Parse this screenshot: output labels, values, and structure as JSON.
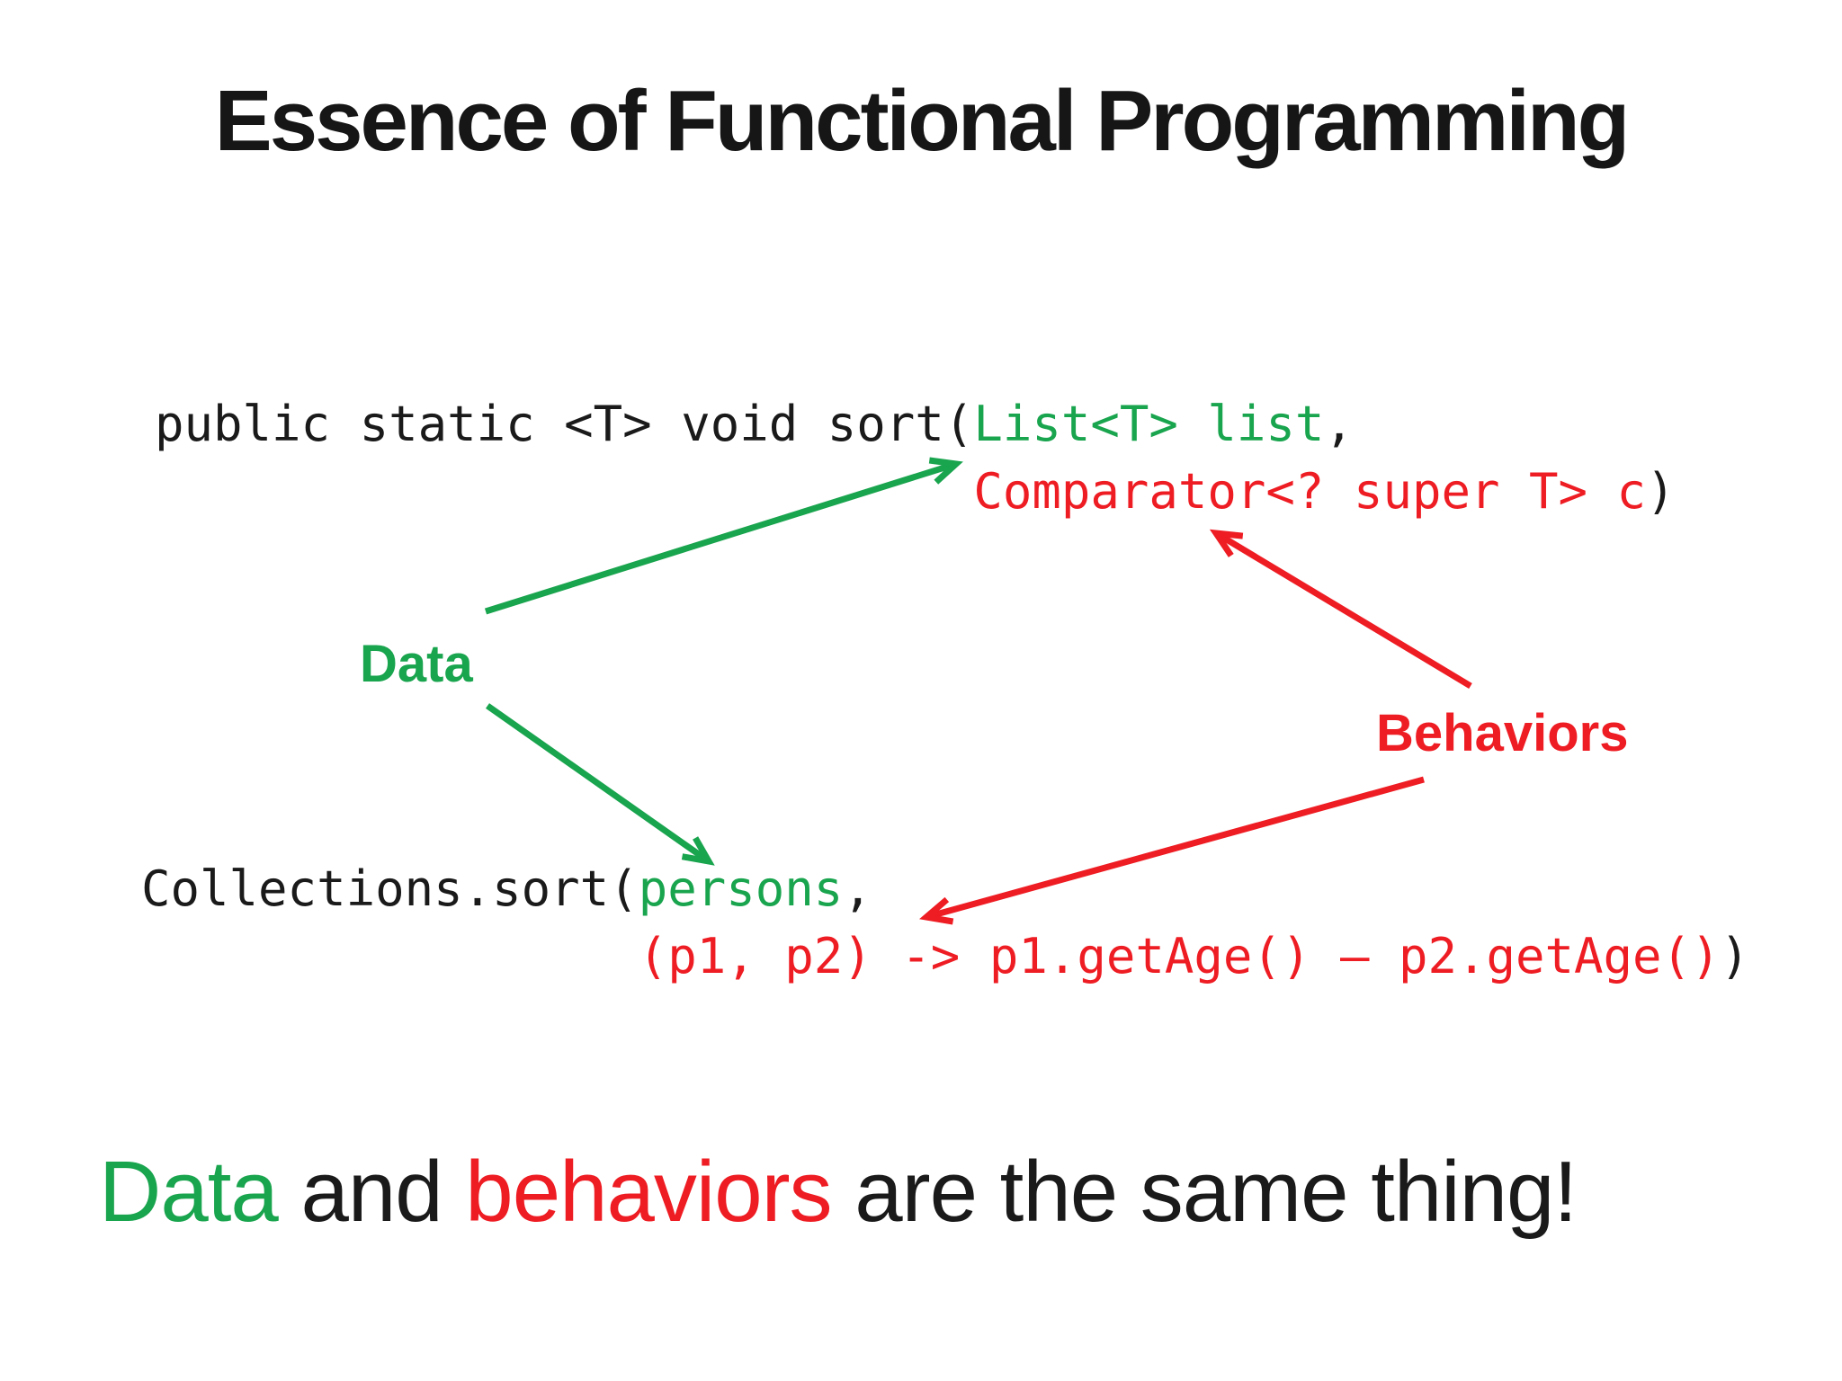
{
  "title": "Essence of Functional Programming",
  "colors": {
    "data_green": "#19A44E",
    "behavior_red": "#EE1C23",
    "text_black": "#161616"
  },
  "code_signature": {
    "line1_black": "public static <T> void sort(",
    "line1_green": "List<T> list",
    "line1_comma": ",",
    "line2_indent": "                            ",
    "line2_red": "Comparator<? super T> c",
    "line2_close": ")"
  },
  "labels": {
    "data": "Data",
    "behaviors": "Behaviors"
  },
  "code_call": {
    "line1_black": "Collections.sort(",
    "line1_green": "persons",
    "line1_comma": ",",
    "line2_indent": "                 ",
    "line2_red": "(p1, p2) -> p1.getAge() – p2.getAge()",
    "line2_close": ")"
  },
  "conclusion": {
    "part1_green": "Data",
    "part2_black": " and ",
    "part3_red": "behaviors",
    "part4_black": " are the same thing!"
  }
}
